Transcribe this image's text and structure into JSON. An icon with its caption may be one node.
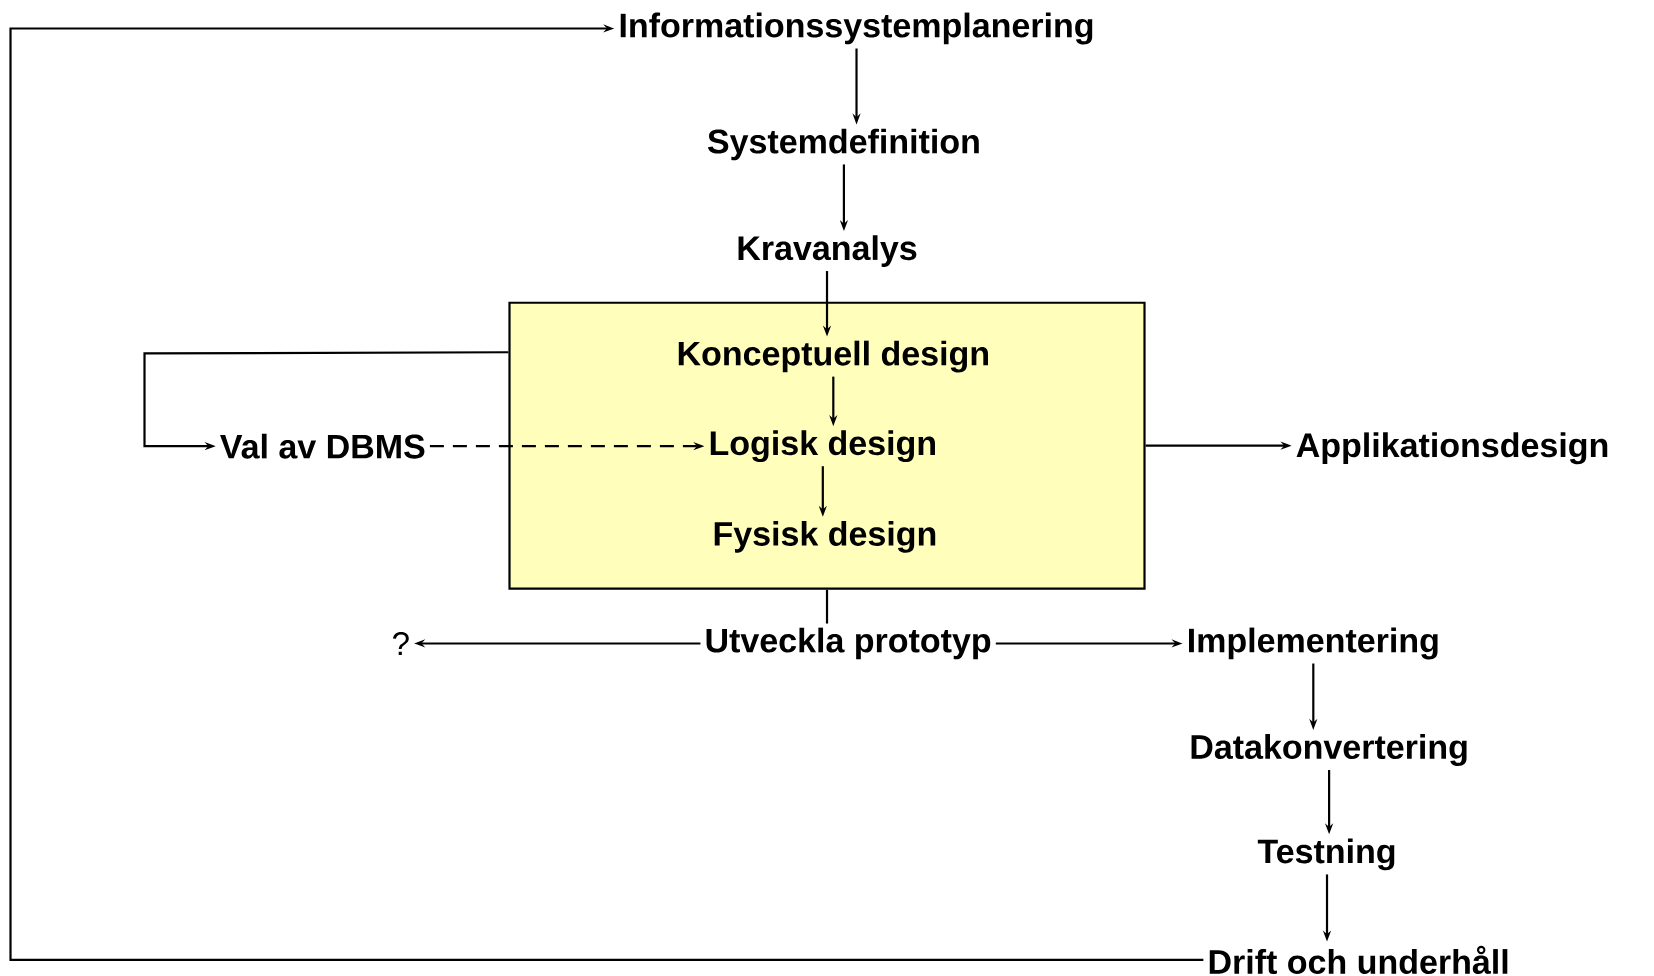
{
  "diagram": {
    "nodes": [
      {
        "text": [
          "Informationssystemplanering"
        ]
      },
      {
        "text": [
          "Systemdefinition"
        ]
      },
      {
        "text": [
          "Kravanalys"
        ]
      },
      {
        "text": [],
        "shape": "box"
      },
      {
        "text": [
          "Konceptuell design"
        ],
        "in": 3
      },
      {
        "text": [
          "Logisk design"
        ],
        "in": 3
      },
      {
        "text": [
          "Fysisk design"
        ],
        "in": 3
      },
      {
        "text": [
          "Val av DBMS"
        ]
      },
      {
        "text": [
          "Applikationsdesign"
        ]
      },
      {
        "text": [
          "?"
        ]
      },
      {
        "text": [
          "Utveckla prototyp"
        ]
      },
      {
        "text": [
          "Implementering"
        ]
      },
      {
        "text": [
          "Datakonvertering"
        ]
      },
      {
        "text": [
          "Testning"
        ]
      },
      {
        "text": [
          "Drift och underhåll"
        ]
      }
    ],
    "edges": [
      {
        "from": 0,
        "to": 1,
        "arrow": "to"
      },
      {
        "from": 1,
        "to": 2,
        "arrow": "to"
      },
      {
        "from": 2,
        "to": 4,
        "arrow": "to"
      },
      {
        "from": 4,
        "to": 5,
        "arrow": "to"
      },
      {
        "from": 5,
        "to": 6,
        "arrow": "to"
      },
      {
        "from": 3,
        "to": 7,
        "arrow": "to"
      },
      {
        "from": 7,
        "to": 5,
        "arrow": "to",
        "style": "dashed"
      },
      {
        "from": 3,
        "to": 8,
        "arrow": "to"
      },
      {
        "from": 3,
        "to": 10,
        "arrow": "none"
      },
      {
        "from": 10,
        "to": 9,
        "arrow": "to"
      },
      {
        "from": 10,
        "to": 11,
        "arrow": "to"
      },
      {
        "from": 11,
        "to": 12,
        "arrow": "to"
      },
      {
        "from": 12,
        "to": 13,
        "arrow": "to"
      },
      {
        "from": 13,
        "to": 14,
        "arrow": "to"
      },
      {
        "from": 14,
        "to": 0,
        "arrow": "to"
      }
    ]
  }
}
